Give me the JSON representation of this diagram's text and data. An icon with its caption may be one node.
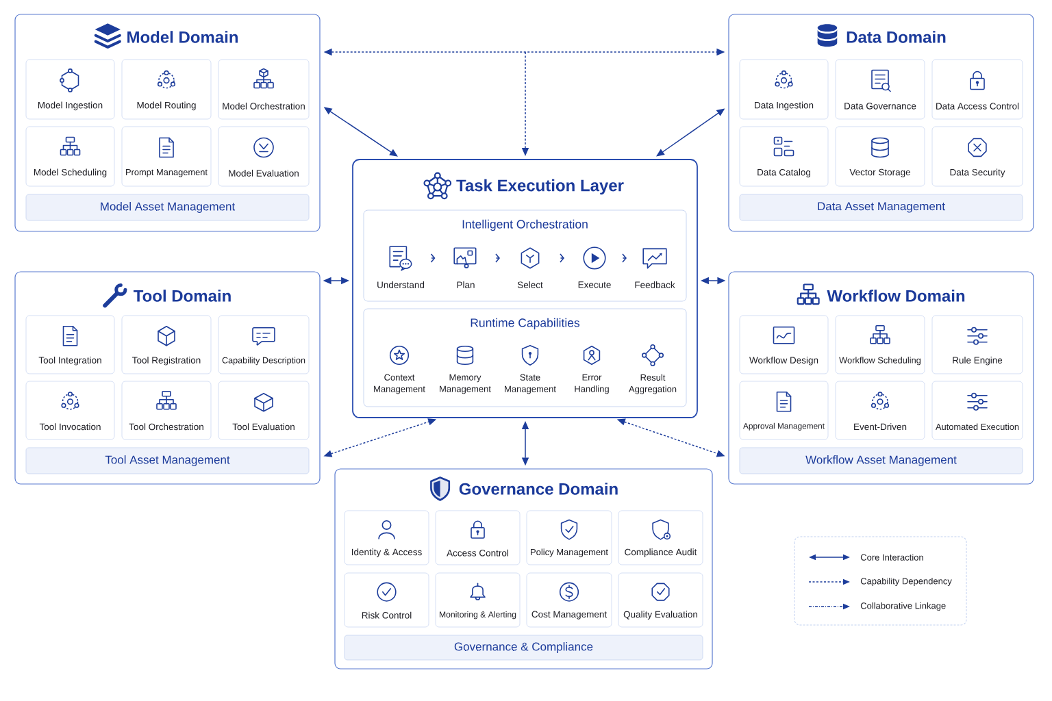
{
  "diagram": {
    "nodes": [
      {
        "text": [
          "Model Domain"
        ]
      },
      {
        "text": [
          "Model Ingestion"
        ],
        "in": 0
      },
      {
        "text": [
          "Model Routing"
        ],
        "in": 0
      },
      {
        "text": [
          "Model Orchestration"
        ],
        "in": 0
      },
      {
        "text": [
          "Model Scheduling"
        ],
        "in": 0
      },
      {
        "text": [
          "Prompt Management"
        ],
        "in": 0
      },
      {
        "text": [
          "Model Evaluation"
        ],
        "in": 0
      },
      {
        "text": [
          "Model Asset Management"
        ],
        "in": 0
      },
      {
        "text": [
          "Data Domain"
        ]
      },
      {
        "text": [
          "Data Ingestion"
        ],
        "in": 8
      },
      {
        "text": [
          "Data Governance"
        ],
        "in": 8
      },
      {
        "text": [
          "Data Access Control"
        ],
        "in": 8
      },
      {
        "text": [
          "Data Catalog"
        ],
        "in": 8
      },
      {
        "text": [
          "Vector Storage"
        ],
        "in": 8
      },
      {
        "text": [
          "Data Security"
        ],
        "in": 8
      },
      {
        "text": [
          "Data Asset Management"
        ],
        "in": 8
      },
      {
        "text": [
          "Task Execution Layer"
        ]
      },
      {
        "text": [
          "Intelligent Orchestration"
        ],
        "in": 16
      },
      {
        "text": [
          "Understand"
        ],
        "in": 17
      },
      {
        "text": [
          "Plan"
        ],
        "in": 17
      },
      {
        "text": [
          "Select"
        ],
        "in": 17
      },
      {
        "text": [
          "Execute"
        ],
        "in": 17
      },
      {
        "text": [
          "Feedback"
        ],
        "in": 17
      },
      {
        "text": [
          "Runtime Capabilities"
        ],
        "in": 16
      },
      {
        "text": [
          "Context Management"
        ],
        "in": 23
      },
      {
        "text": [
          "Memory Management"
        ],
        "in": 23
      },
      {
        "text": [
          "State Management"
        ],
        "in": 23
      },
      {
        "text": [
          "Error Handling"
        ],
        "in": 23
      },
      {
        "text": [
          "Result Aggregation"
        ],
        "in": 23
      },
      {
        "text": [
          "Tool Domain"
        ]
      },
      {
        "text": [
          "Tool Integration"
        ],
        "in": 29
      },
      {
        "text": [
          "Tool Registration"
        ],
        "in": 29
      },
      {
        "text": [
          "Capability Description"
        ],
        "in": 29
      },
      {
        "text": [
          "Tool Invocation"
        ],
        "in": 29
      },
      {
        "text": [
          "Tool Orchestration"
        ],
        "in": 29
      },
      {
        "text": [
          "Tool Evaluation"
        ],
        "in": 29
      },
      {
        "text": [
          "Tool Asset Management"
        ],
        "in": 29
      },
      {
        "text": [
          "Workflow Domain"
        ]
      },
      {
        "text": [
          "Workflow Design"
        ],
        "in": 37
      },
      {
        "text": [
          "Workflow Scheduling"
        ],
        "in": 37
      },
      {
        "text": [
          "Rule Engine"
        ],
        "in": 37
      },
      {
        "text": [
          "Approval Management"
        ],
        "in": 37
      },
      {
        "text": [
          "Event-Driven"
        ],
        "in": 37
      },
      {
        "text": [
          "Automated Execution"
        ],
        "in": 37
      },
      {
        "text": [
          "Workflow Asset Management"
        ],
        "in": 37
      },
      {
        "text": [
          "Governance Domain"
        ]
      },
      {
        "text": [
          "Identity & Access"
        ],
        "in": 45
      },
      {
        "text": [
          "Access Control"
        ],
        "in": 45
      },
      {
        "text": [
          "Policy Management"
        ],
        "in": 45
      },
      {
        "text": [
          "Compliance Audit"
        ],
        "in": 45
      },
      {
        "text": [
          "Risk Control"
        ],
        "in": 45
      },
      {
        "text": [
          "Monitoring & Alerting"
        ],
        "in": 45
      },
      {
        "text": [
          "Cost Management"
        ],
        "in": 45
      },
      {
        "text": [
          "Quality Evaluation"
        ],
        "in": 45
      },
      {
        "text": [
          "Governance & Compliance"
        ],
        "in": 45
      }
    ],
    "edges": [
      {
        "from": 0,
        "to": 8,
        "arrow": "both",
        "style": "dashed"
      },
      {
        "from": null,
        "to": 16,
        "arrow": "to",
        "style": "dashed"
      },
      {
        "from": 0,
        "to": 16,
        "arrow": "both"
      },
      {
        "from": 8,
        "to": 16,
        "arrow": "both"
      },
      {
        "from": 29,
        "to": 16,
        "arrow": "both"
      },
      {
        "from": 16,
        "to": 37,
        "arrow": "both"
      },
      {
        "from": 29,
        "to": 16,
        "arrow": "both",
        "style": "dashed"
      },
      {
        "from": 16,
        "to": 37,
        "arrow": "both",
        "style": "dashed"
      },
      {
        "from": 16,
        "to": 45,
        "arrow": "both"
      },
      {
        "from": 18,
        "to": 19,
        "arrow": "to"
      },
      {
        "from": 19,
        "to": 20,
        "arrow": "to"
      },
      {
        "from": 20,
        "to": 21,
        "arrow": "to"
      },
      {
        "from": 21,
        "to": 22,
        "arrow": "to"
      }
    ],
    "legend": [
      {
        "text": "Core Interaction"
      },
      {
        "text": "Capability Dependency"
      },
      {
        "text": "Collaborative Linkage"
      }
    ]
  }
}
